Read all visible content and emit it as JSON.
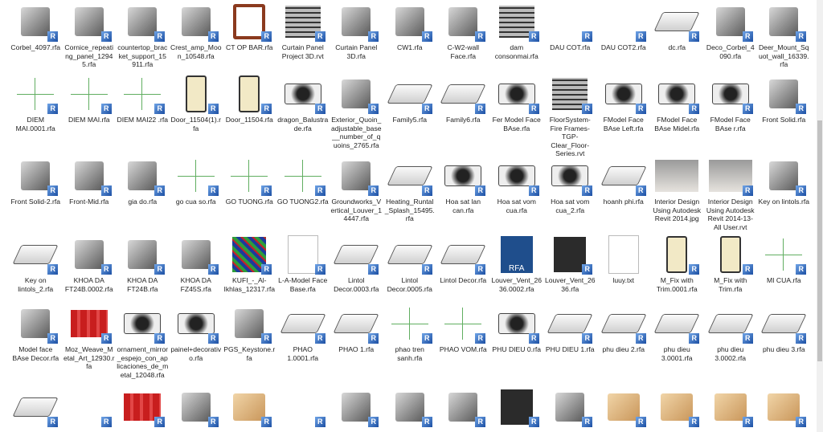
{
  "rows": [
    [
      {
        "name": "Corbel_4097.rfa",
        "thumb": "object",
        "badge": true
      },
      {
        "name": "Cornice_repeating_panel_12945.rfa",
        "thumb": "object",
        "badge": true
      },
      {
        "name": "countertop_bracket_support_15911.rfa",
        "thumb": "object",
        "badge": true
      },
      {
        "name": "Crest_amp_Moon_10548.rfa",
        "thumb": "object",
        "badge": true
      },
      {
        "name": "CT OP BAR.rfa",
        "thumb": "frame",
        "badge": true
      },
      {
        "name": "Curtain Panel Project  3D.rvt",
        "thumb": "grid",
        "badge": true
      },
      {
        "name": "Curtain Panel 3D.rfa",
        "thumb": "object",
        "badge": true
      },
      {
        "name": "CW1.rfa",
        "thumb": "object",
        "badge": true
      },
      {
        "name": "C-W2-wall Face.rfa",
        "thumb": "object",
        "badge": true
      },
      {
        "name": "dam consonmai.rfa",
        "thumb": "grid",
        "badge": true
      },
      {
        "name": "DAU COT.rfa",
        "thumb": "blank",
        "badge": true
      },
      {
        "name": "DAU COT2.rfa",
        "thumb": "blank",
        "badge": true
      },
      {
        "name": "dc.rfa",
        "thumb": "flat",
        "badge": true
      },
      {
        "name": "Deco_Corbel_4090.rfa",
        "thumb": "object",
        "badge": true
      },
      {
        "name": "Deer_Mount_Squot_wall_16339.rfa",
        "thumb": "object",
        "badge": true
      }
    ],
    [
      {
        "name": "DIEM MAI.0001.rfa",
        "thumb": "cross",
        "badge": true
      },
      {
        "name": "DIEM MAI.rfa",
        "thumb": "cross",
        "badge": true
      },
      {
        "name": "DIEM MAI22 .rfa",
        "thumb": "cross",
        "badge": true
      },
      {
        "name": "Door_11504(1).rfa",
        "thumb": "door",
        "badge": true
      },
      {
        "name": "Door_11504.rfa",
        "thumb": "door",
        "badge": true
      },
      {
        "name": "dragon_Balustrade.rfa",
        "thumb": "ornament",
        "badge": true
      },
      {
        "name": "Exterior_Quoin_adjustable_base__number_of_quoins_2765.rfa",
        "thumb": "object",
        "badge": true
      },
      {
        "name": "Family5.rfa",
        "thumb": "flat",
        "badge": true
      },
      {
        "name": "Family6.rfa",
        "thumb": "flat",
        "badge": true
      },
      {
        "name": "Fer Model Face BAse.rfa",
        "thumb": "ornament",
        "badge": true
      },
      {
        "name": "FloorSystem-Fire Frames-TGP-Clear_Floor-Series.rvt",
        "thumb": "grid",
        "badge": true
      },
      {
        "name": "FModel Face BAse Left.rfa",
        "thumb": "ornament",
        "badge": true
      },
      {
        "name": "FModel Face BAse Midel.rfa",
        "thumb": "ornament",
        "badge": true
      },
      {
        "name": "FModel Face BAse r.rfa",
        "thumb": "ornament",
        "badge": true
      },
      {
        "name": "Front Solid.rfa",
        "thumb": "object",
        "badge": true
      }
    ],
    [
      {
        "name": "Front Solid-2.rfa",
        "thumb": "object",
        "badge": true
      },
      {
        "name": "Front-Mid.rfa",
        "thumb": "object",
        "badge": true
      },
      {
        "name": "gia do.rfa",
        "thumb": "object",
        "badge": true
      },
      {
        "name": "go cua so.rfa",
        "thumb": "cross",
        "badge": true
      },
      {
        "name": "GO TUONG.rfa",
        "thumb": "cross",
        "badge": true
      },
      {
        "name": "GO TUONG2.rfa",
        "thumb": "cross",
        "badge": true
      },
      {
        "name": "Groundworks_Vertical_Louver_14447.rfa",
        "thumb": "object",
        "badge": true
      },
      {
        "name": "Heating_Runtal_Splash_15495.rfa",
        "thumb": "flat",
        "badge": true
      },
      {
        "name": "Hoa sat lan can.rfa",
        "thumb": "ornament",
        "badge": true
      },
      {
        "name": "Hoa sat vom cua.rfa",
        "thumb": "ornament",
        "badge": true
      },
      {
        "name": "Hoa sat vom cua_2.rfa",
        "thumb": "ornament",
        "badge": true
      },
      {
        "name": "hoanh phi.rfa",
        "thumb": "flat",
        "badge": true
      },
      {
        "name": "Interior Design Using Autodesk Revit 2014.jpg",
        "thumb": "photo",
        "badge": false
      },
      {
        "name": "Interior Design Using Autodesk Revit 2014-13-All User.rvt",
        "thumb": "photo",
        "badge": true
      },
      {
        "name": "Key on lintols.rfa",
        "thumb": "object",
        "badge": true
      }
    ],
    [
      {
        "name": "Key on lintols_2.rfa",
        "thumb": "flat",
        "badge": true
      },
      {
        "name": "KHOA DA FT24B.0002.rfa",
        "thumb": "object",
        "badge": true
      },
      {
        "name": "KHOA DA FT24B.rfa",
        "thumb": "object",
        "badge": true
      },
      {
        "name": "KHOA DA FZ45S.rfa",
        "thumb": "object",
        "badge": true
      },
      {
        "name": "KUFI_-_Al-Ikhlas_12317.rfa",
        "thumb": "green",
        "badge": true
      },
      {
        "name": "L-A-Model Face Base.rfa",
        "thumb": "doc",
        "badge": true
      },
      {
        "name": "Lintol Decor.0003.rfa",
        "thumb": "flat",
        "badge": true
      },
      {
        "name": "Lintol Decor.0005.rfa",
        "thumb": "flat",
        "badge": true
      },
      {
        "name": "Lintol Decor.rfa",
        "thumb": "flat",
        "badge": true
      },
      {
        "name": "Louver_Vent_2636.0002.rfa",
        "thumb": "rfa",
        "badge": false,
        "icon_text": "RFA"
      },
      {
        "name": "Louver_Vent_2636.rfa",
        "thumb": "dark",
        "badge": true
      },
      {
        "name": "luuy.txt",
        "thumb": "doc",
        "badge": false
      },
      {
        "name": "M_Fix with Trim.0001.rfa",
        "thumb": "door",
        "badge": true
      },
      {
        "name": "M_Fix with Trim.rfa",
        "thumb": "door",
        "badge": true
      },
      {
        "name": "MI CUA.rfa",
        "thumb": "cross",
        "badge": true
      }
    ],
    [
      {
        "name": "Model face BAse Decor.rfa",
        "thumb": "object",
        "badge": true
      },
      {
        "name": "Moz_Weave_Metal_Art_12930.rfa",
        "thumb": "red",
        "badge": true
      },
      {
        "name": "ornament_mirror_espejo_con_aplicaciones_de_metal_12048.rfa",
        "thumb": "ornament",
        "badge": true
      },
      {
        "name": "painel+decorativo.rfa",
        "thumb": "ornament",
        "badge": true
      },
      {
        "name": "PGS_Keystone.rfa",
        "thumb": "object",
        "badge": true
      },
      {
        "name": "PHAO 1.0001.rfa",
        "thumb": "flat",
        "badge": true
      },
      {
        "name": "PHAO 1.rfa",
        "thumb": "flat",
        "badge": true
      },
      {
        "name": "phao tren sanh.rfa",
        "thumb": "cross",
        "badge": true
      },
      {
        "name": "PHAO VOM.rfa",
        "thumb": "cross",
        "badge": true
      },
      {
        "name": "PHU DIEU 0.rfa",
        "thumb": "ornament",
        "badge": true
      },
      {
        "name": "PHU DIEU 1.rfa",
        "thumb": "flat",
        "badge": true
      },
      {
        "name": "phu dieu 2.rfa",
        "thumb": "flat",
        "badge": true
      },
      {
        "name": "phu dieu 3.0001.rfa",
        "thumb": "flat",
        "badge": true
      },
      {
        "name": "phu dieu 3.0002.rfa",
        "thumb": "flat",
        "badge": true
      },
      {
        "name": "phu dieu 3.rfa",
        "thumb": "flat",
        "badge": true
      }
    ],
    [
      {
        "name": "",
        "thumb": "flat",
        "badge": true
      },
      {
        "name": "",
        "thumb": "blank",
        "badge": true
      },
      {
        "name": "",
        "thumb": "red",
        "badge": true
      },
      {
        "name": "",
        "thumb": "object",
        "badge": true
      },
      {
        "name": "",
        "thumb": "wood",
        "badge": true
      },
      {
        "name": "",
        "thumb": "blank",
        "badge": true
      },
      {
        "name": "",
        "thumb": "object",
        "badge": true
      },
      {
        "name": "",
        "thumb": "object",
        "badge": true
      },
      {
        "name": "",
        "thumb": "object",
        "badge": true
      },
      {
        "name": "",
        "thumb": "dark",
        "badge": true
      },
      {
        "name": "",
        "thumb": "object",
        "badge": true
      },
      {
        "name": "",
        "thumb": "wood",
        "badge": true
      },
      {
        "name": "",
        "thumb": "wood",
        "badge": true
      },
      {
        "name": "",
        "thumb": "wood",
        "badge": true
      },
      {
        "name": "",
        "thumb": "wood",
        "badge": true
      }
    ]
  ],
  "badge_letter": "R",
  "colors": {
    "badge": "#1c4fa3",
    "crosshair": "#3a9a3a",
    "background": "#ffffff"
  }
}
